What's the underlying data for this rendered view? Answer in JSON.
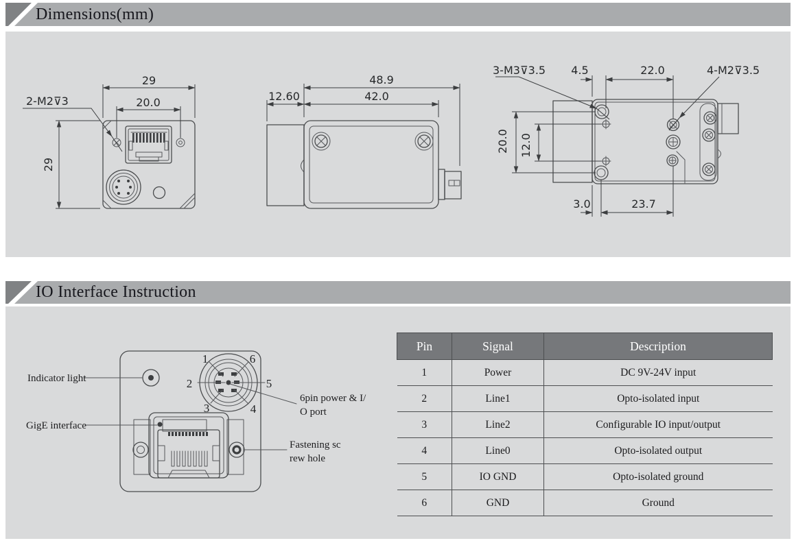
{
  "colors": {
    "section_bar": "#a9abad",
    "section_bar_corner": "#808284",
    "panel_bg": "#d9dadb",
    "table_header_bg": "#76787b",
    "table_header_text": "#ffffff",
    "drawing_line": "#4a4c4e"
  },
  "dimensions": {
    "title": "Dimensions(mm)",
    "front_view": {
      "top_width": "29",
      "hole_spacing": "20.0",
      "side_height": "29",
      "screw_note": "2-M2⊽3"
    },
    "side_view": {
      "total_depth": "48.9",
      "body_depth": "42.0",
      "front_depth": "12.60"
    },
    "bottom_view": {
      "screw_note_left": "3-M3⊽3.5",
      "edge_offset_top": "4.5",
      "hole_spacing_top": "22.0",
      "screw_note_right": "4-M2⊽3.5",
      "hole_spacing_left": "20.0",
      "hole_spacing_inner": "12.0",
      "edge_offset_bottom": "3.0",
      "hole_spacing_bottom": "23.7"
    }
  },
  "io": {
    "title": "IO Interface Instruction",
    "diagram": {
      "indicator_label": "Indicator light",
      "gige_label": "GigE interface",
      "sixpin_label": "6pin power & I/\nO port",
      "fastening_label": "Fastening sc\nrew hole",
      "pin_numbers": [
        "1",
        "2",
        "3",
        "4",
        "5",
        "6"
      ]
    },
    "table": {
      "headers": [
        "Pin",
        "Signal",
        "Description"
      ],
      "rows": [
        [
          "1",
          "Power",
          "DC 9V-24V input"
        ],
        [
          "2",
          "Line1",
          "Opto-isolated input"
        ],
        [
          "3",
          "Line2",
          "Configurable IO input/output"
        ],
        [
          "4",
          "Line0",
          "Opto-isolated output"
        ],
        [
          "5",
          "IO GND",
          "Opto-isolated ground"
        ],
        [
          "6",
          "GND",
          "Ground"
        ]
      ]
    }
  }
}
